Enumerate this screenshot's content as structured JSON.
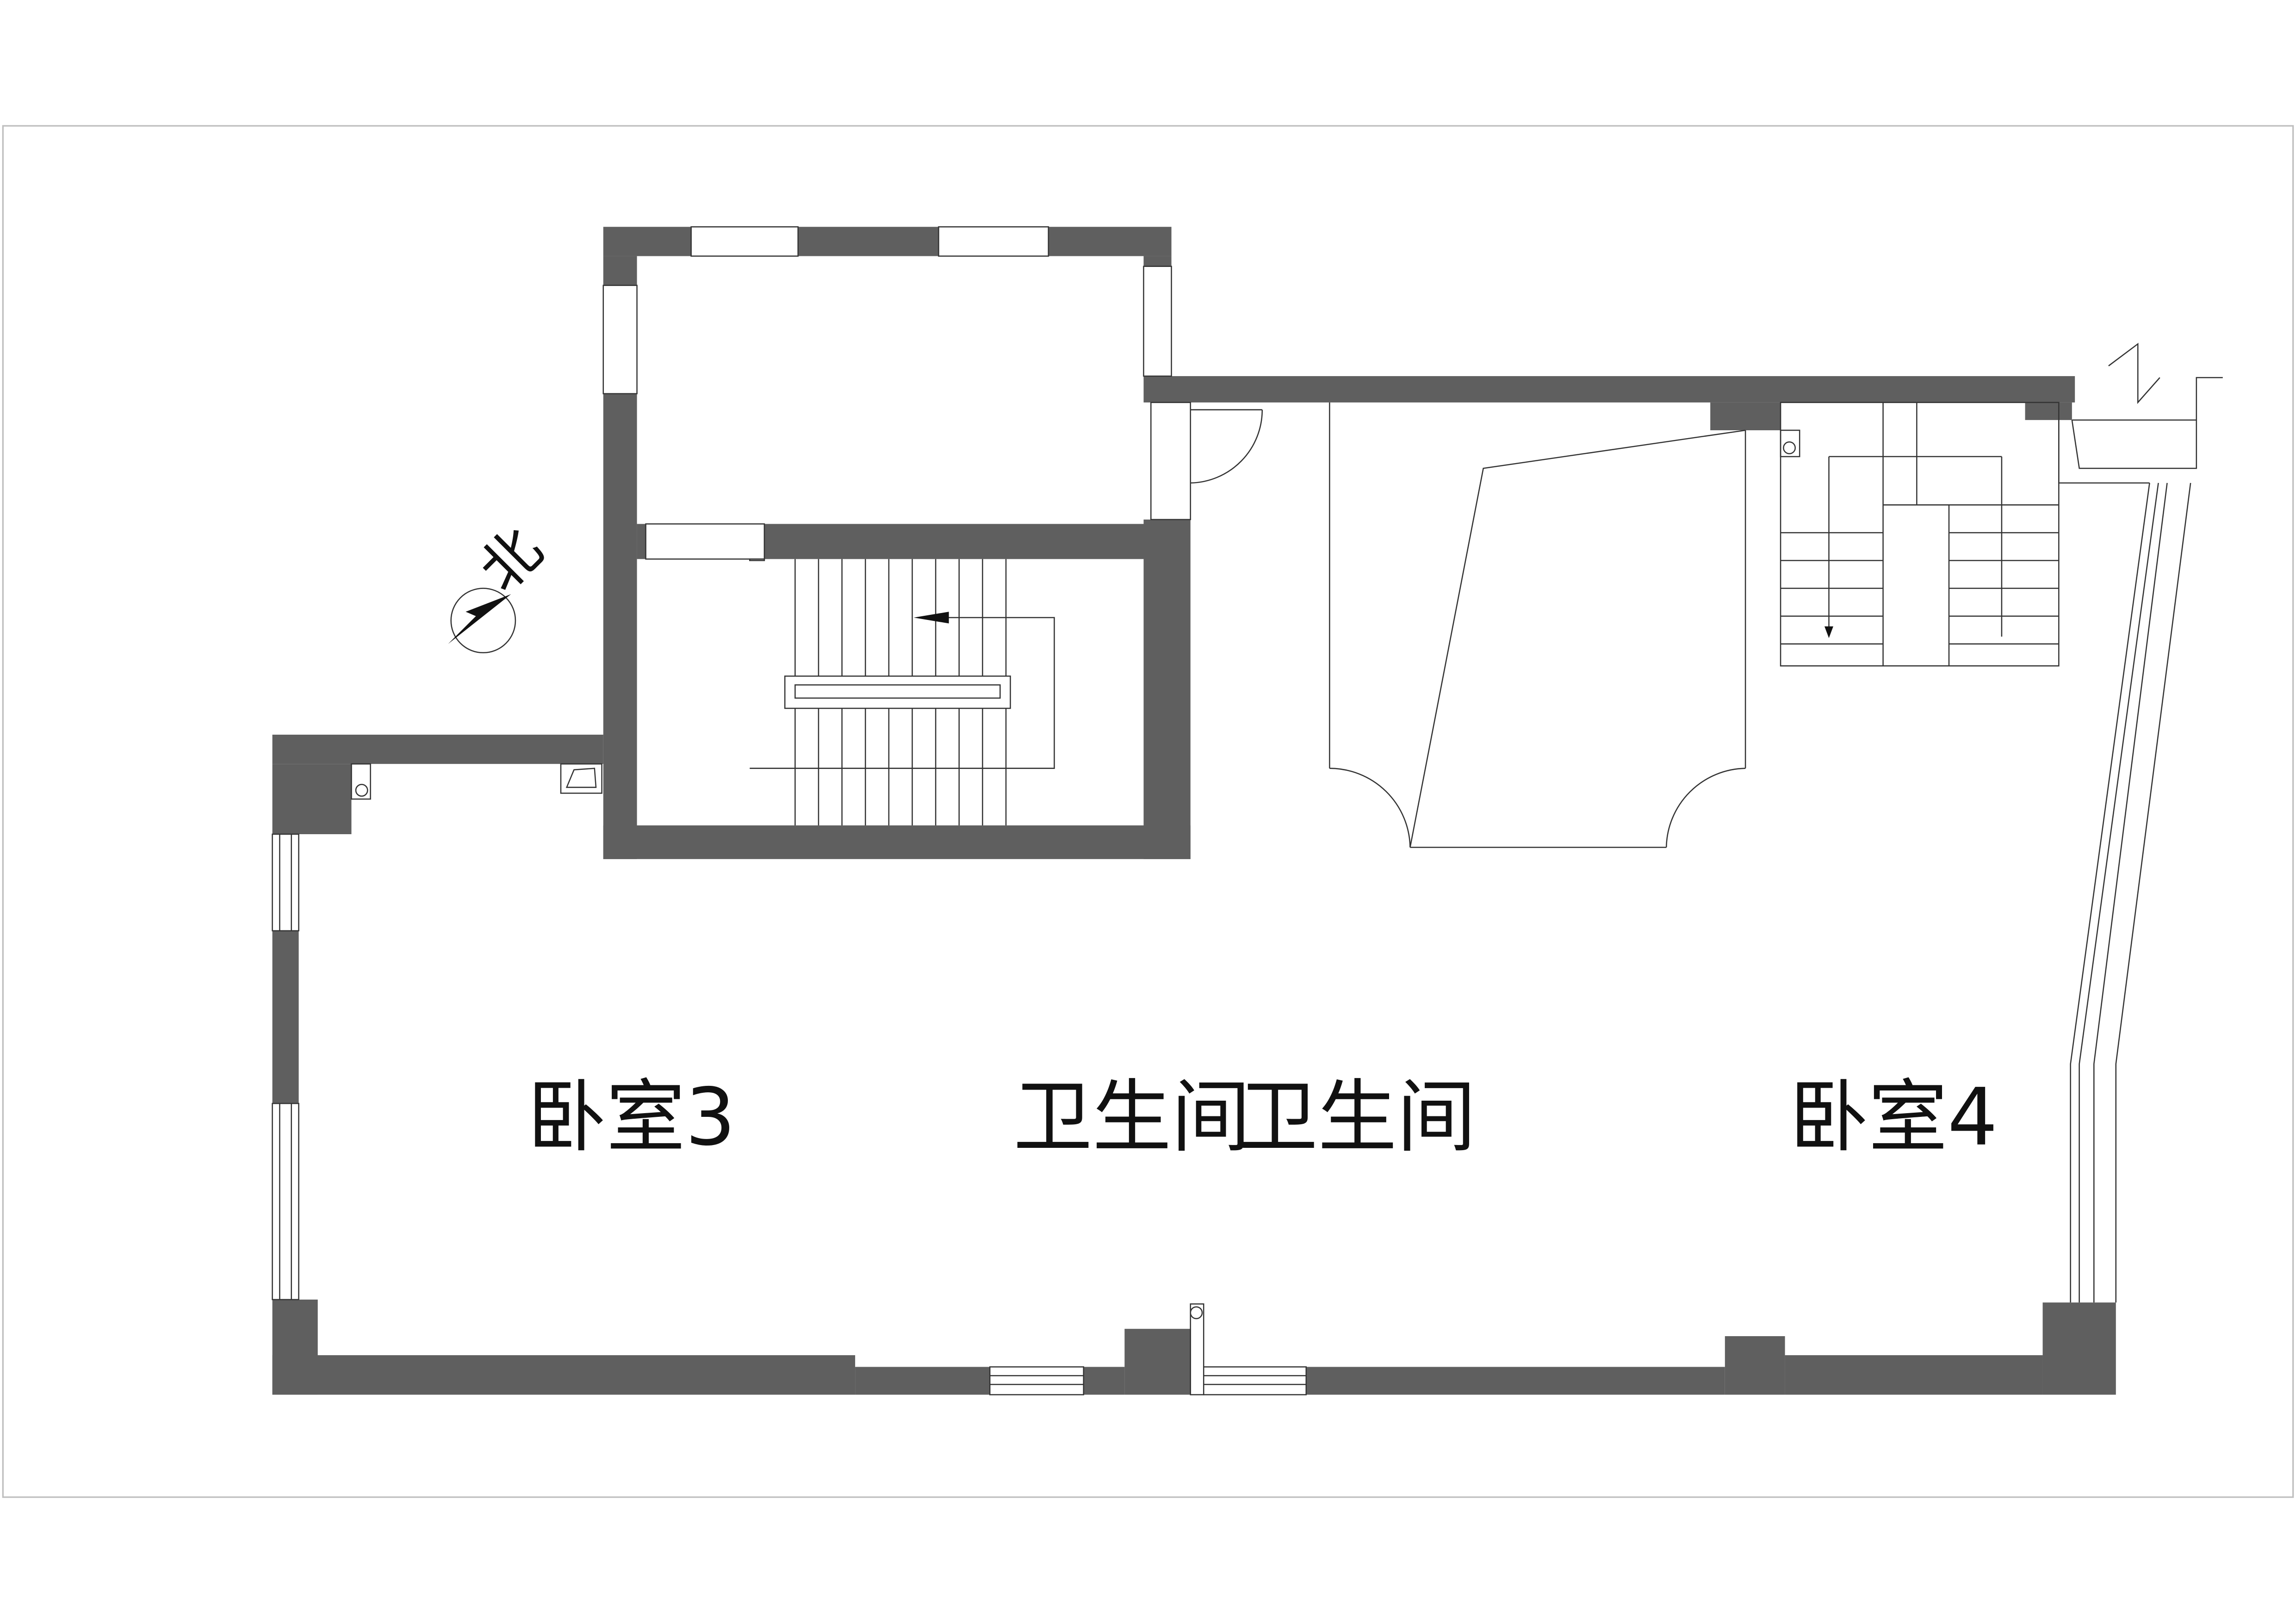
{
  "colors": {
    "wall": "#5f5f5f",
    "line": "#333333",
    "frame": "#bdbdbd",
    "background": "#ffffff"
  },
  "rooms": [
    {
      "name": "卧室3"
    },
    {
      "name": "卫生间"
    },
    {
      "name": "卫生间"
    },
    {
      "name": "卧室4"
    }
  ],
  "compass": {
    "label": "北",
    "icon": "north-arrow-icon"
  },
  "icons": [
    "door-swing-icon",
    "stair-arrow-icon",
    "window-icon",
    "toilet-icon"
  ]
}
